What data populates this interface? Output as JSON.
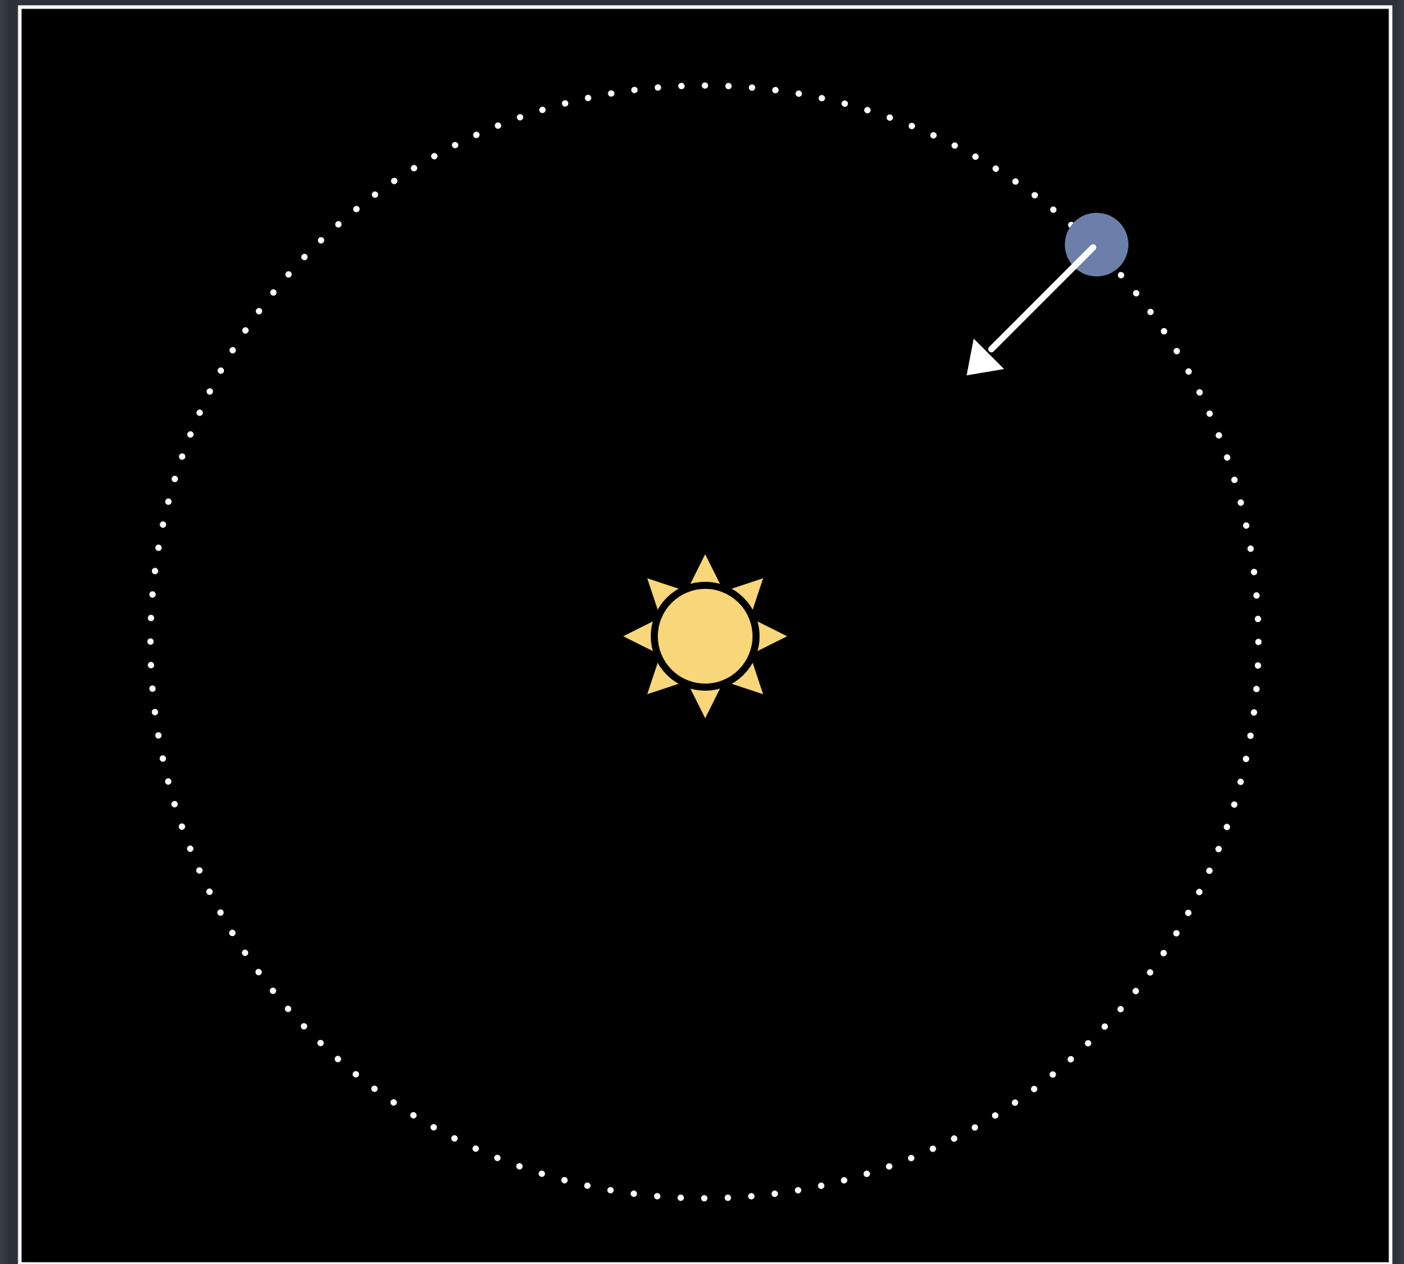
{
  "diagram": {
    "background_color": "#000000",
    "frame_color": "#ffffff",
    "page_margin_color": "#2d323a",
    "orbit": {
      "style": "dotted",
      "color": "#ffffff"
    },
    "sun": {
      "icon": "sun-icon",
      "color": "#f7d77a",
      "outline_color": "#000000",
      "ray_count": 8
    },
    "planet": {
      "color": "#6b7fa8"
    },
    "velocity_arrow": {
      "icon": "arrow-icon",
      "color": "#ffffff",
      "direction": "toward sun"
    }
  }
}
